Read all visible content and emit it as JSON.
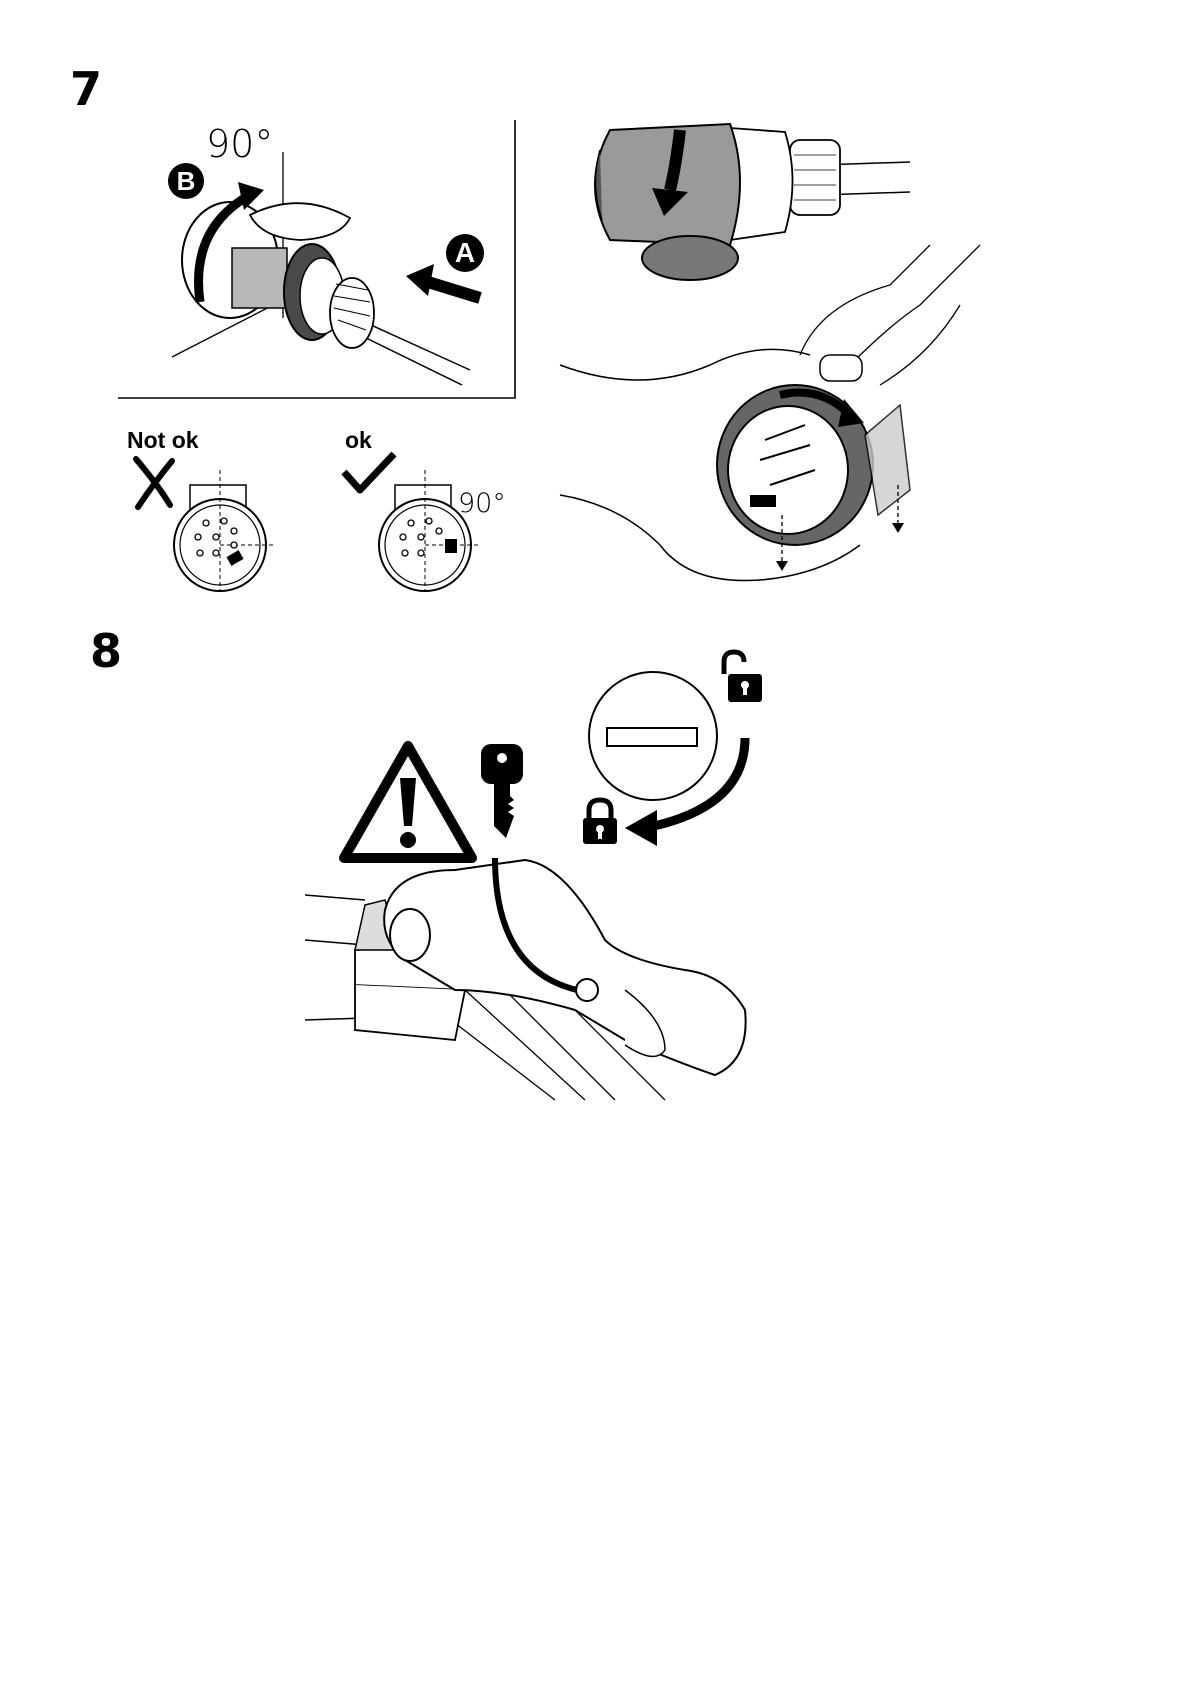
{
  "steps": [
    {
      "number": "7"
    },
    {
      "number": "8"
    }
  ],
  "step7": {
    "angle_top": "90°",
    "label_a": "A",
    "label_b": "B",
    "not_ok_label": "Not ok",
    "ok_label": "ok",
    "angle_ok": "90°"
  },
  "icons": {
    "warning": "warning-triangle-icon",
    "key": "key-icon",
    "locked": "padlock-closed-icon",
    "unlocked": "padlock-open-icon",
    "cross": "cross-icon",
    "check": "checkmark-icon"
  },
  "colors": {
    "ink": "#000000",
    "grey_shade": "#b8b8b8",
    "dark_shade": "#4a4a4a"
  }
}
